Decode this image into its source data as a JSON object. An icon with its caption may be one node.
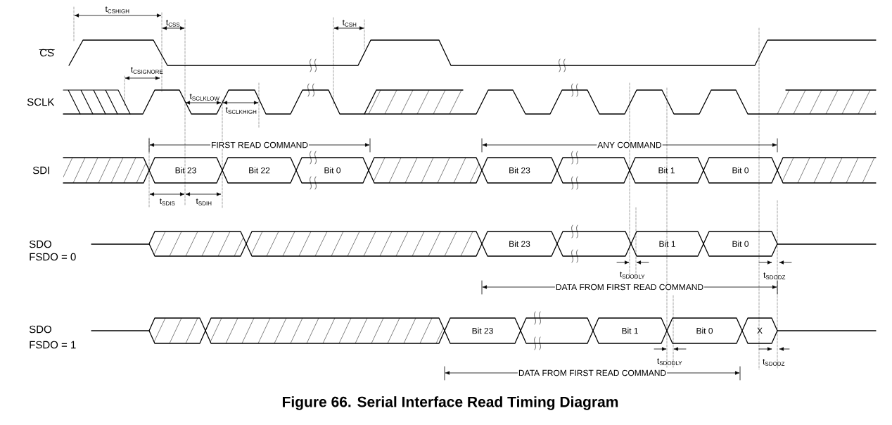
{
  "diagram": {
    "caption": "Figure 66. Serial Interface Read Timing Diagram",
    "nodes": [
      {
        "text": [
          "Bit 23"
        ]
      },
      {
        "text": [
          "Bit 22"
        ]
      },
      {
        "text": [
          "Bit 0"
        ]
      },
      {
        "text": [
          "Bit 23"
        ]
      },
      {
        "text": [],
        "shape": "hexagon"
      },
      {
        "text": [
          "Bit 1"
        ]
      },
      {
        "text": [
          "Bit 0"
        ]
      },
      {
        "text": [
          "Bit 23"
        ]
      },
      {
        "text": [],
        "shape": "hexagon"
      },
      {
        "text": [
          "Bit 1"
        ]
      },
      {
        "text": [
          "Bit 0"
        ]
      },
      {
        "text": [
          "Bit 23"
        ]
      },
      {
        "text": [],
        "shape": "hexagon"
      },
      {
        "text": [
          "Bit 1"
        ]
      },
      {
        "text": [
          "Bit 0"
        ]
      },
      {
        "text": [
          "X"
        ]
      }
    ],
    "labels": [
      "t$_{CSHIGH}$",
      "t$_{CSS}$",
      "t$_{CSH}$",
      "CS",
      "t$_{CSIGNORE}$",
      "SCLK",
      "t$_{SCLKLOW}$",
      "t$_{SCLKHIGH}$",
      "FIRST READ COMMAND",
      "ANY COMMAND",
      "SDI",
      "t$_{SDIS}$",
      "t$_{SDIH}$",
      "SDO",
      "FSDO = 0",
      "t$_{SDODLY}$",
      "t$_{SDODZ}$",
      "DATA FROM FIRST READ COMMAND",
      "SDO",
      "FSDO = 1",
      "t$_{SDODLY}$",
      "t$_{SDODZ}$",
      "DATA FROM FIRST READ COMMAND"
    ]
  }
}
